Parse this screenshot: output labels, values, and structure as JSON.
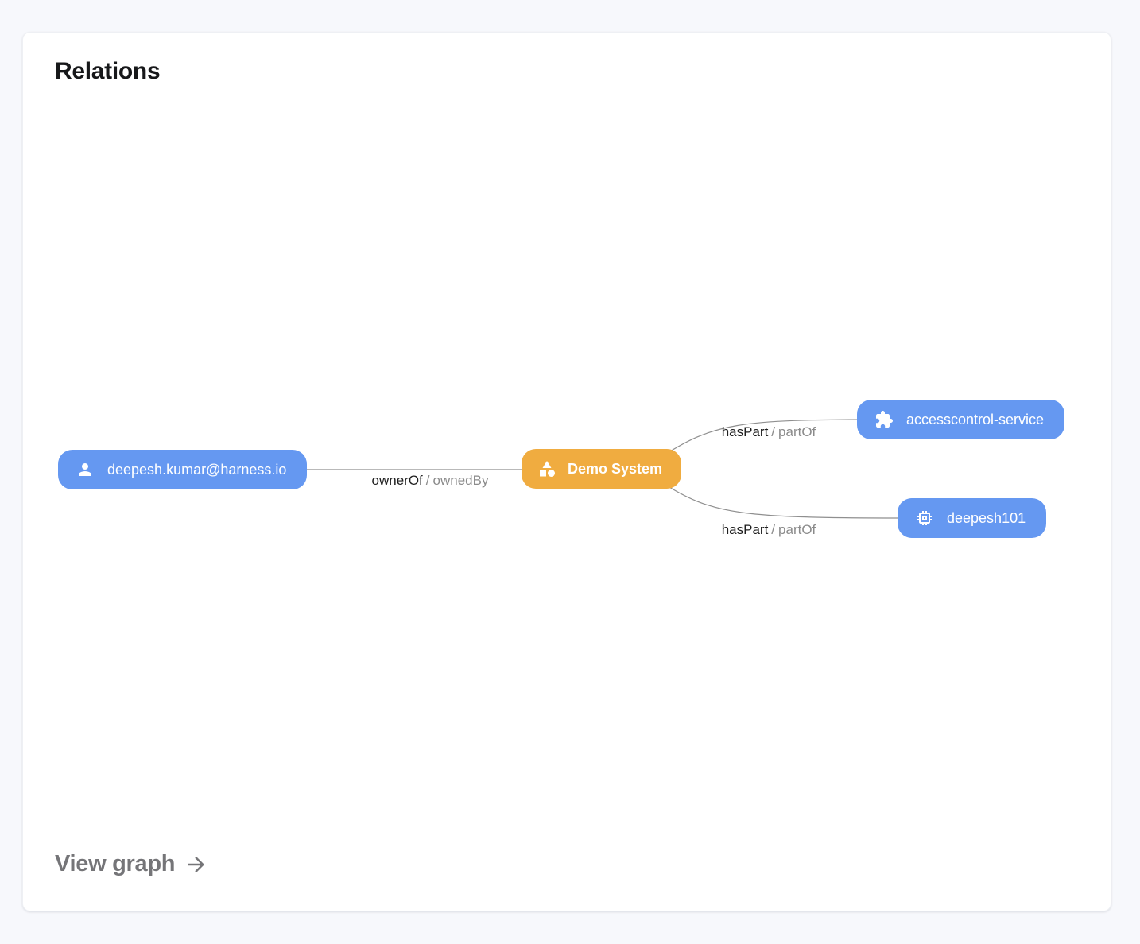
{
  "page": {
    "background": "#F7F8FC"
  },
  "card": {
    "title": "Relations",
    "footer": {
      "view_graph_label": "View graph"
    }
  },
  "graph": {
    "nodes": [
      {
        "type": "user",
        "label": "deepesh.kumar@harness.io",
        "icon": "person-icon",
        "color": "#6598F1"
      },
      {
        "type": "system",
        "label": "Demo System",
        "icon": "category-icon",
        "color": "#F0AC40"
      },
      {
        "type": "component",
        "label": "accesscontrol-service",
        "icon": "extension-icon",
        "color": "#6598F1"
      },
      {
        "type": "resource",
        "label": "deepesh101",
        "icon": "memory-icon",
        "color": "#6598F1"
      }
    ],
    "edges": [
      {
        "from": "deepesh.kumar@harness.io",
        "to": "Demo System",
        "label_primary": "ownerOf",
        "separator": "/",
        "label_secondary": "ownedBy"
      },
      {
        "from": "Demo System",
        "to": "accesscontrol-service",
        "label_primary": "hasPart",
        "separator": "/",
        "label_secondary": "partOf"
      },
      {
        "from": "Demo System",
        "to": "deepesh101",
        "label_primary": "hasPart",
        "separator": "/",
        "label_secondary": "partOf"
      }
    ],
    "edge_color": "#8f8f8f"
  }
}
